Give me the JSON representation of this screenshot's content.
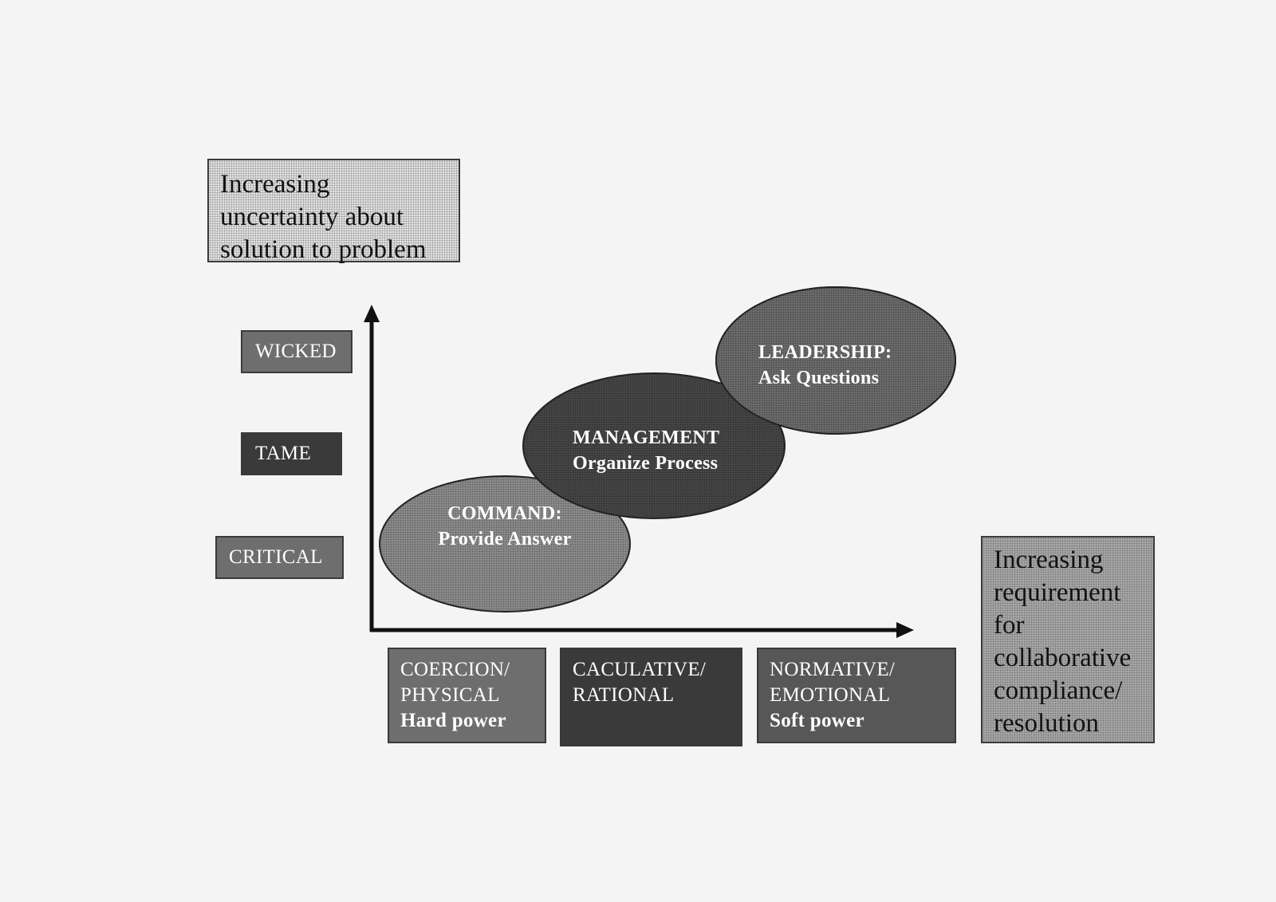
{
  "y_axis_label": [
    "Increasing",
    "uncertainty about",
    "solution to problem"
  ],
  "x_axis_label": [
    "Increasing",
    "requirement",
    "for",
    "collaborative",
    "compliance/",
    "resolution"
  ],
  "problem_types": {
    "wicked": "WICKED",
    "tame": "TAME",
    "critical": "CRITICAL"
  },
  "power_types": {
    "coercion": {
      "line1": "COERCION/",
      "line2": "PHYSICAL",
      "line3": "Hard power"
    },
    "calculative": {
      "line1": "CACULATIVE/",
      "line2": "RATIONAL"
    },
    "normative": {
      "line1": "NORMATIVE/",
      "line2": "EMOTIONAL",
      "line3": "Soft power"
    }
  },
  "approaches": {
    "command": {
      "title": "COMMAND:",
      "subtitle": "Provide Answer"
    },
    "management": {
      "title": "MANAGEMENT",
      "subtitle": "Organize Process"
    },
    "leadership": {
      "title": "LEADERSHIP:",
      "subtitle": "Ask Questions"
    }
  },
  "colors": {
    "background": "#f4f4f4",
    "dark": "#3a3a3a",
    "medium": "#6e6e6e",
    "light": "#e2e2e2"
  }
}
